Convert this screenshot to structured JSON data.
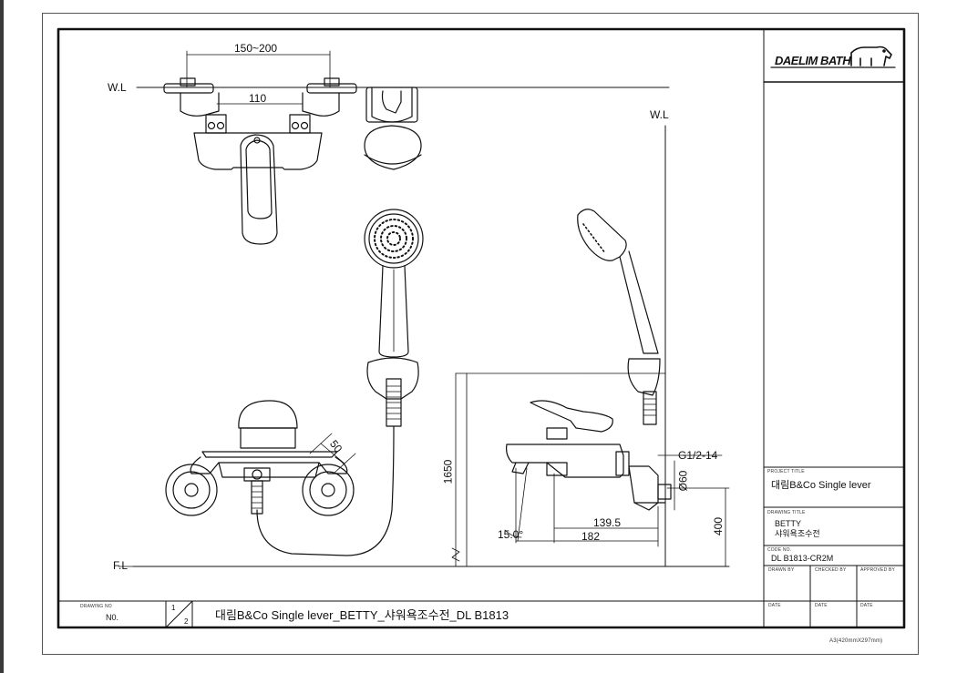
{
  "logo": {
    "text": "DAELIM BATH",
    "icon": "bear-logo-icon"
  },
  "levels": {
    "water_line_left": "W.L",
    "water_line_right": "W.L",
    "floor_line": "F.L"
  },
  "dimensions": {
    "spacing_range": "150~200",
    "inner_spacing": "110",
    "arm_angle": "50",
    "height": "1650",
    "thread": "G1/2-14",
    "diameter": "Ø60",
    "length_1": "139.5",
    "length_2": "182",
    "angle": "15.0°",
    "height_2": "400"
  },
  "title_block": {
    "project_title_label": "PROJECT TITLE",
    "project_title": "대림B&Co Single lever",
    "drawing_title_label": "DRAWING TITLE",
    "drawing_title_1": "BETTY",
    "drawing_title_2": "샤워욕조수전",
    "code_no_label": "CODE NO.",
    "code_no": "DL B1813-CR2M",
    "drawn_by_label": "DRAWN BY",
    "checked_by_label": "CHECKED BY",
    "approved_by_label": "APPROVED BY",
    "date_label_1": "DATE",
    "date_label_2": "DATE",
    "date_label_3": "DATE",
    "drawing_no_label": "DRAWING NO",
    "drawing_no": "N0.",
    "sheet_1": "1",
    "sheet_2": "2",
    "drawing_name": "대림B&Co Single lever_BETTY_샤워욕조수전_DL B1813"
  },
  "paper_size": "A3(420mmX297mm)"
}
